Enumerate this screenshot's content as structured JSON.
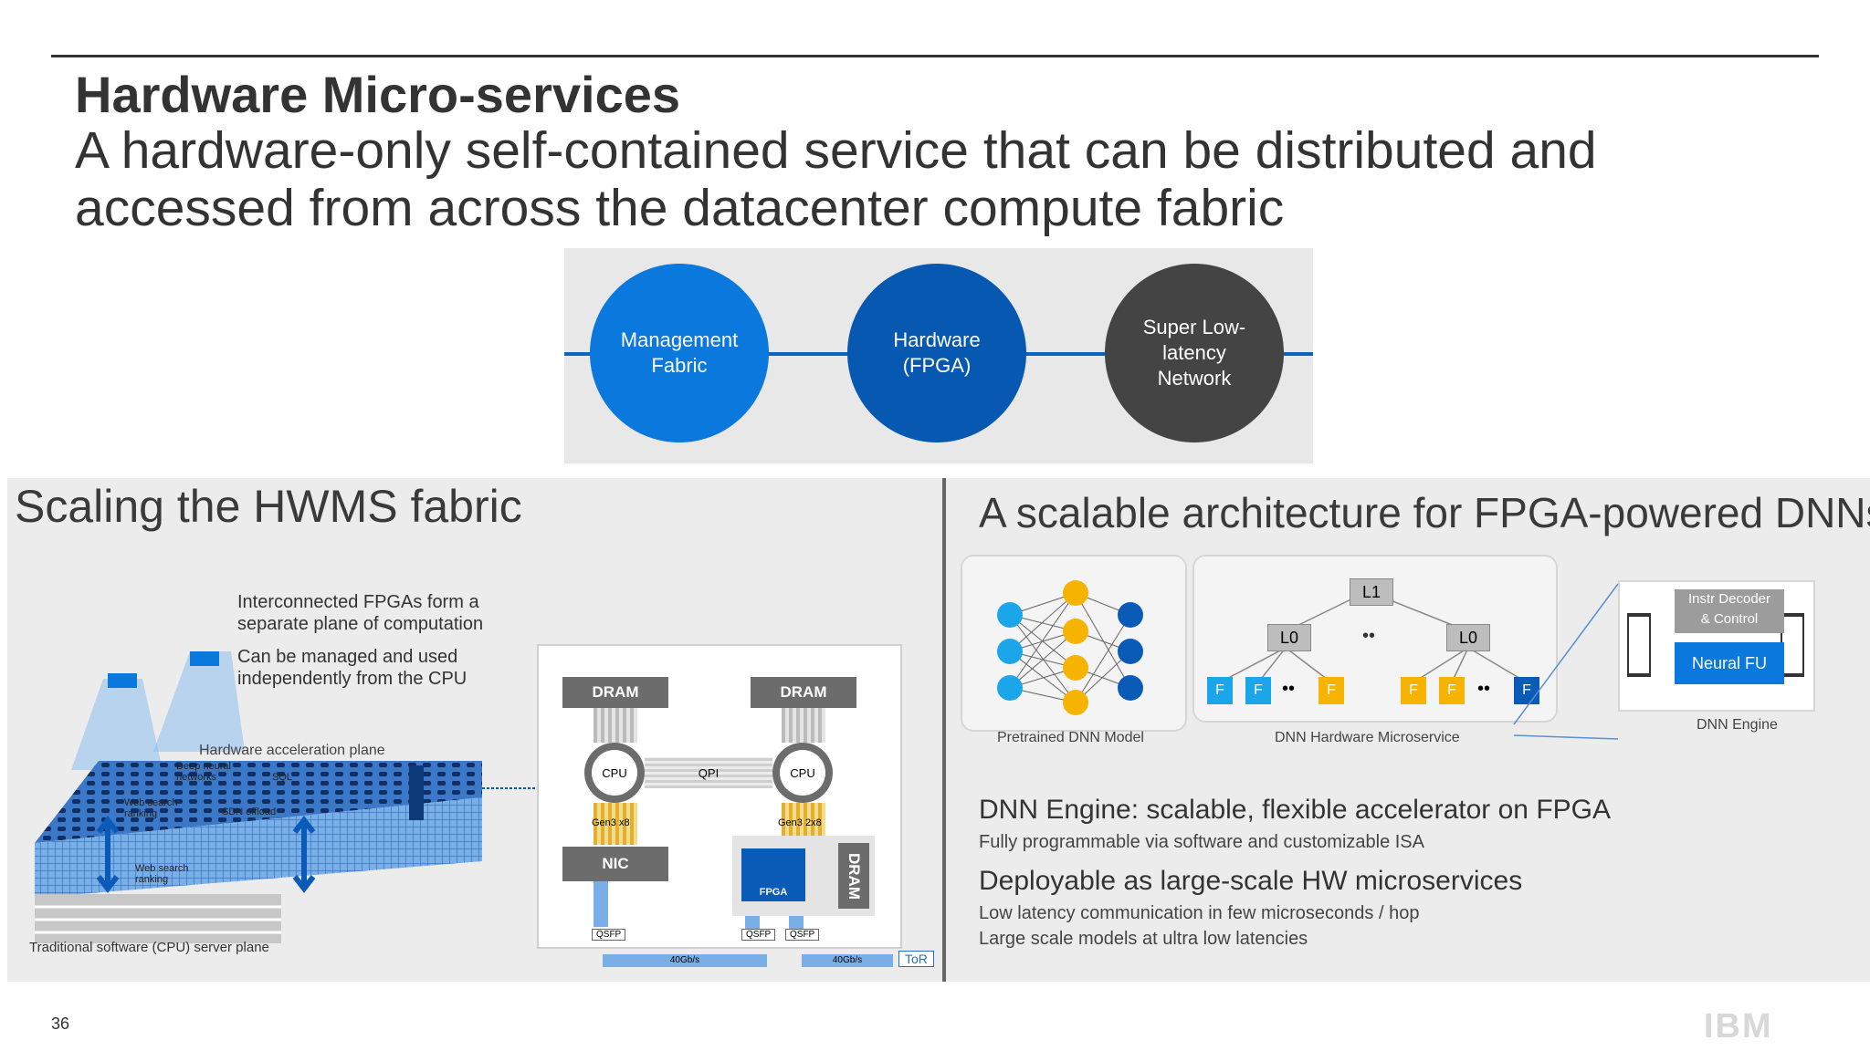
{
  "title": "Hardware Micro-services",
  "subtitle": "A hardware-only self-contained service that can be distributed and accessed from across the datacenter compute fabric",
  "circles": [
    {
      "label": "Management\nFabric",
      "color": "#0a78dd"
    },
    {
      "label": "Hardware\n(FPGA)",
      "color": "#0758b0"
    },
    {
      "label": "Super Low-\nlatency\nNetwork",
      "color": "#444444"
    }
  ],
  "left_panel": {
    "heading": "Scaling the HWMS fabric",
    "note1": "Interconnected FPGAs form a separate plane of computation",
    "note2": "Can be managed and used independently from the CPU",
    "plane_label": "Hardware acceleration plane",
    "labels": [
      "Deep neural networks",
      "SQL",
      "Web search ranking",
      "SDN offload",
      "Web search ranking"
    ],
    "server_label": "Traditional software (CPU) server plane",
    "server": {
      "dram1": "DRAM",
      "dram2": "DRAM",
      "dram3": "DRAM",
      "cpu1": "CPU",
      "cpu2": "CPU",
      "qpi": "QPI",
      "gen1": "Gen3 x8",
      "gen2": "Gen3 2x8",
      "nic": "NIC",
      "fpga": "FPGA",
      "qsfp1": "QSFP",
      "qsfp2": "QSFP",
      "qsfp3": "QSFP",
      "speed1": "40Gb/s",
      "speed2": "40Gb/s",
      "tor": "ToR"
    }
  },
  "right_panel": {
    "heading": "A scalable architecture for FPGA-powered DNNs",
    "pretrained_label": "Pretrained DNN Model",
    "hw_micro_label": "DNN Hardware Microservice",
    "engine_label": "DNN Engine",
    "tree": {
      "l1": "L1",
      "l0a": "L0",
      "l0b": "L0",
      "f": "F",
      "dots": "••"
    },
    "engine": {
      "decoder": "Instr Decoder\n& Control",
      "neural": "Neural FU"
    },
    "features": [
      {
        "heading": "DNN Engine: scalable, flexible accelerator on FPGA",
        "sub": [
          "Fully programmable via software and customizable ISA"
        ]
      },
      {
        "heading": "Deployable as large-scale HW microservices",
        "sub": [
          "Low latency communication in few microseconds / hop",
          "Large scale models at ultra low latencies"
        ]
      }
    ]
  },
  "page_number": "36",
  "logo": "IBM"
}
